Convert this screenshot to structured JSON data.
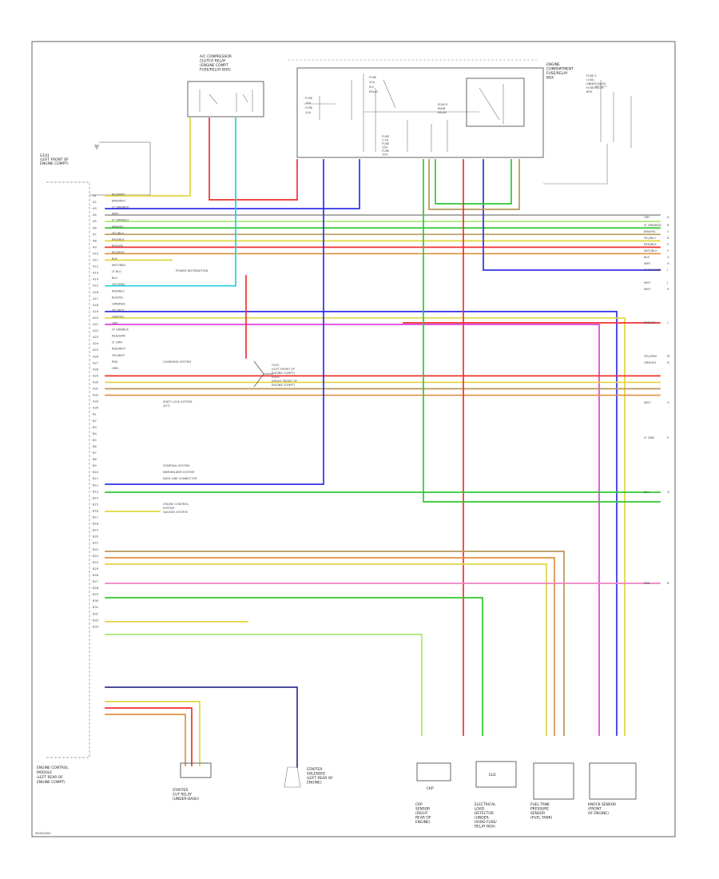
{
  "footer_code": "W0000000",
  "components": {
    "ecm": [
      "ENGINE CONTROL",
      "MODULE",
      "(LEFT REAR OF",
      "ENGINE COMPT)"
    ],
    "ac_relay": [
      "A/C COMPRESSOR",
      "CLUTCH RELAY",
      "(ENGINE COMPT",
      "FUSE/RELAY BOX)"
    ],
    "fuse_box": [
      "ENGINE",
      "COMPARTMENT",
      "FUSE/RELAY",
      "BOX"
    ],
    "fuse_box_inner_left": [
      "FUSE",
      "15A",
      "FUSE",
      "10A"
    ],
    "fuse_box_inner_mid": [
      "FUSE",
      "20A",
      "IG1",
      "RELAY"
    ],
    "fuse_box_inner_right": [
      "PGM-FI",
      "MAIN",
      "RELAY"
    ],
    "fuse_box_inner_low": [
      "FUSE",
      "7.5A",
      "FUSE",
      "15A",
      "FUSE",
      "10A"
    ],
    "ground_top": [
      "G101",
      "(LEFT FRONT OF",
      "ENGINE COMPT)"
    ],
    "top_right": [
      "FUSE 5",
      "(10A)",
      "UNDER-DASH",
      "FUSE/RELAY",
      "BOX"
    ],
    "ground_mid": [
      "G101",
      "(LEFT FRONT OF",
      "ENGINE COMPT)",
      "G102",
      "(RIGHT FRONT OF",
      "ENGINE COMPT)"
    ],
    "shift_lock": [
      "SHIFT LOCK SYSTEM",
      "(A/T)"
    ],
    "starting": [
      "STARTING SYSTEM"
    ],
    "cruise": [
      "CRUISE CONTROL",
      "SYSTEM"
    ],
    "data_link": [
      "DATA LINK CONNECTOR"
    ],
    "immobilizer": [
      "IMMOBILIZER SYSTEM"
    ],
    "gauges": [
      "GAUGES SYSTEM"
    ],
    "power_dist": [
      "POWER DISTRIBUTION"
    ],
    "charging": [
      "CHARGING SYSTEM"
    ],
    "bottom_components": [
      [
        "CKP",
        "SENSOR",
        "(RIGHT",
        "REAR OF",
        "ENGINE)"
      ],
      [
        "ELECTRICAL",
        "LOAD",
        "DETECTOR",
        "(UNDER-",
        "HOOD FUSE/",
        "RELAY BOX)"
      ],
      [
        "FUEL TANK",
        "PRESSURE",
        "SENSOR",
        "(FUEL TANK)"
      ],
      [
        "KNOCK SENSOR",
        "(FRONT",
        "OF ENGINE)"
      ]
    ],
    "bottom_left": [
      "STARTER",
      "CUT RELAY",
      "(UNDER-DASH)"
    ],
    "bottom_mid": [
      "STARTER",
      "SOLENOID",
      "(LEFT REAR OF",
      "ENGINE)"
    ],
    "eld_label": "ELD",
    "ckp_label": "CKP"
  },
  "wire_labels": {
    "colors": [
      "BLU/WHT",
      "BRN/WHT",
      "LT GRN/RED",
      "WHT",
      "LT GRN/BLU",
      "BRN/YEL",
      "YEL/BLU",
      "RED/BLK",
      "RED/YEL",
      "BLU/RED",
      "BLK",
      "WHT/RED",
      "LT BLU",
      "BLU",
      "YEL/GRN",
      "RED/BLU",
      "BLK/YEL",
      "GRN/RED",
      "YEL/RED",
      "GRN/YEL",
      "GRY",
      "LT GRN/BLK",
      "RED/GRN",
      "LT GRN",
      "RED/WHT",
      "YEL/WHT",
      "PNK",
      "GRN"
    ],
    "pins": [
      "A1",
      "A2",
      "A3",
      "A4",
      "A5",
      "A6",
      "A7",
      "A8",
      "A9",
      "A10",
      "A11",
      "A12",
      "A13",
      "A14",
      "A15",
      "A16",
      "A17",
      "A18",
      "A19",
      "A20",
      "A21",
      "A22",
      "A23",
      "A24",
      "A25",
      "A26",
      "A27",
      "A28",
      "A29",
      "A30",
      "A31",
      "A32",
      "A33",
      "A34",
      "B1",
      "B2",
      "B3",
      "B4",
      "B5",
      "B6",
      "B7",
      "B8",
      "B9",
      "B10",
      "B11",
      "B12",
      "B13",
      "B14",
      "B15",
      "B16",
      "B17",
      "B18",
      "B19",
      "B20",
      "B21",
      "B22",
      "B23",
      "B24",
      "B25",
      "B26",
      "B27",
      "B28",
      "B29",
      "B30",
      "B31",
      "B32",
      "B33",
      "B34"
    ],
    "right_edge": [
      "GRY",
      "LT GRN/RED",
      "BRN/YEL",
      "YEL/BLU",
      "RED/BLK",
      "WHT/BLU",
      "BLK",
      "WHT",
      "LT GRN/RED",
      "WHT",
      "WHT",
      "RED/YEL",
      "YEL/GRN",
      "GRN/YEL",
      "WHT",
      "LT GRN",
      "BLU",
      "PNK"
    ],
    "right_letters": [
      "A",
      "B",
      "C",
      "D",
      "E",
      "F",
      "G",
      "H",
      "I",
      "J",
      "K",
      "L",
      "M",
      "N",
      "O",
      "P",
      "Q",
      "R"
    ]
  },
  "legend_colors": {
    "yellow": "#e0d640",
    "red": "#f03030",
    "cyan": "#20d0e0",
    "blue": "#3030e8",
    "green": "#30c830",
    "lightgreen": "#a8e878",
    "brown": "#b89858",
    "orange": "#e09040",
    "pink": "#f080c0",
    "magenta": "#e040e0",
    "gray": "#a0a0a0",
    "navy": "#303090"
  }
}
